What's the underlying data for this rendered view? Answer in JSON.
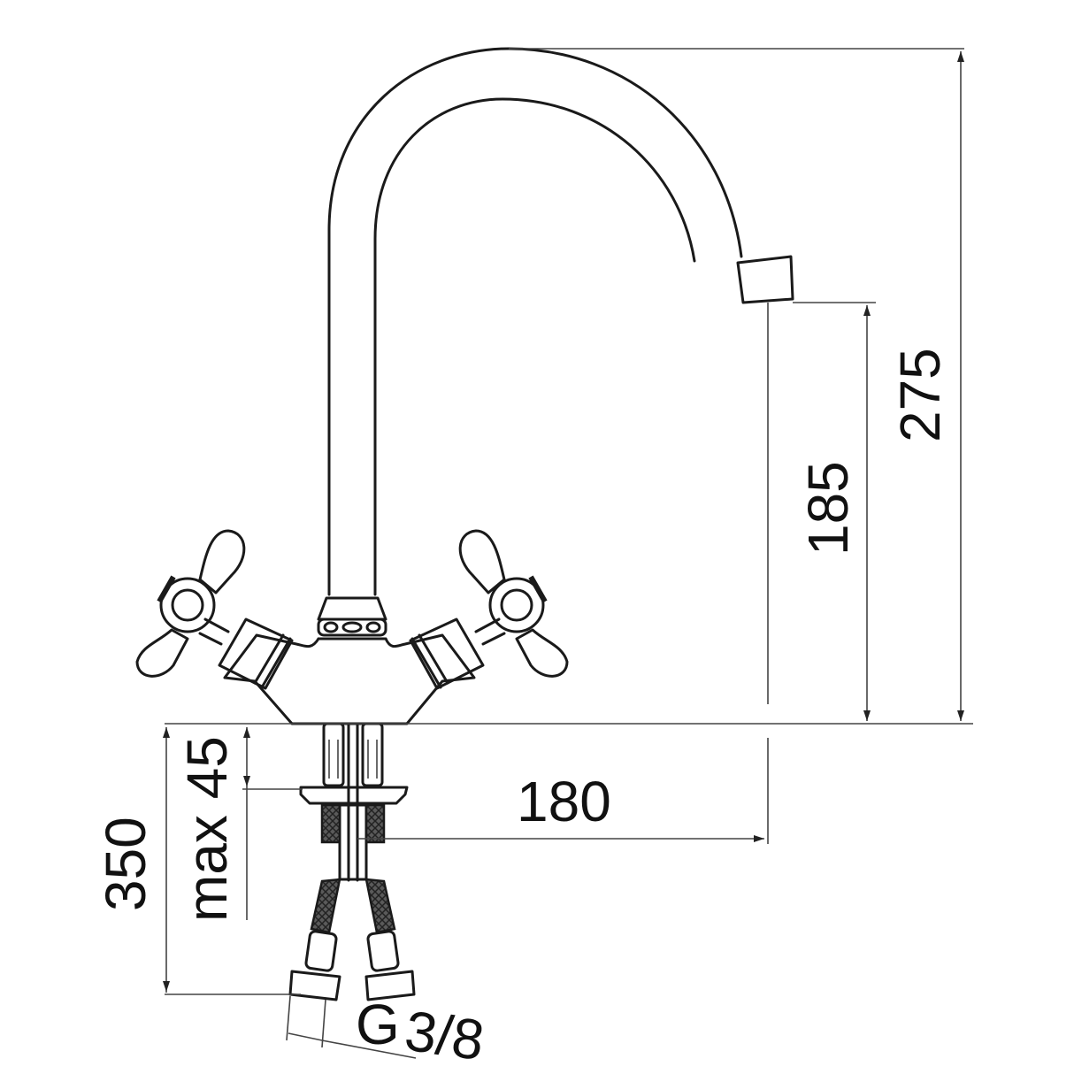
{
  "diagram": {
    "subject": "Two-handle cross-head kitchen mixer faucet with swan-neck spout",
    "colors": {
      "line": "#1a1a1a",
      "dimension_line": "#444444",
      "background": "#ffffff"
    },
    "dimensions": {
      "total_height": "275",
      "spout_outlet_height": "185",
      "spout_reach": "180",
      "hose_length": "350",
      "max_deck_thickness": "max 45",
      "connection_thread": "G 3/8"
    },
    "dimension_labels": {
      "total_height": "275",
      "spout_outlet_height": "185",
      "spout_reach": "180",
      "hose_length": "350",
      "max_deck_thickness": "max 45",
      "connection_thread_g": "G",
      "connection_thread_size": "3/8"
    }
  }
}
